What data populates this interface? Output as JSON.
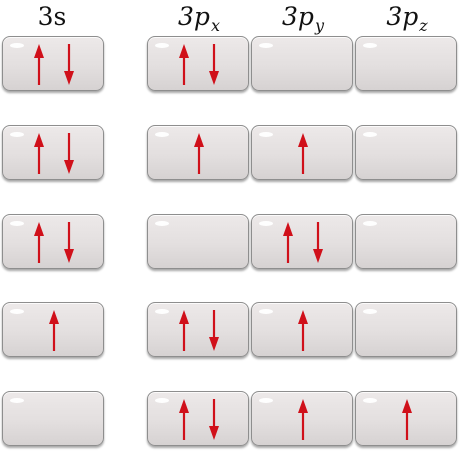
{
  "headers": [
    {
      "base": "3s",
      "sub": ""
    },
    {
      "base": "3p",
      "sub": "x"
    },
    {
      "base": "3p",
      "sub": "y"
    },
    {
      "base": "3p",
      "sub": "z"
    }
  ],
  "colors": {
    "arrow": "#d0101a",
    "box_border": "#8e8e8e"
  },
  "rows": [
    {
      "s": "paired",
      "px": "paired",
      "py": "empty",
      "pz": "empty"
    },
    {
      "s": "paired",
      "px": "up",
      "py": "up",
      "pz": "empty"
    },
    {
      "s": "paired",
      "px": "empty",
      "py": "paired",
      "pz": "empty"
    },
    {
      "s": "up",
      "px": "paired",
      "py": "up",
      "pz": "empty"
    },
    {
      "s": "empty",
      "px": "paired",
      "py": "up",
      "pz": "up"
    }
  ]
}
